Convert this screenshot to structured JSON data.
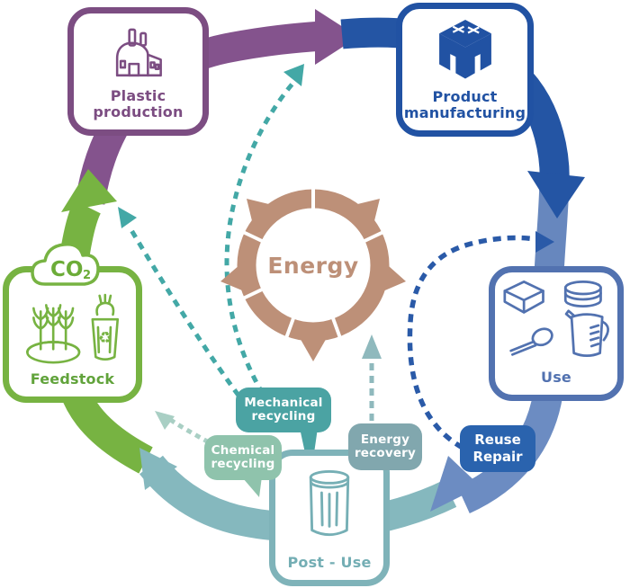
{
  "nodes": {
    "plastic_production": {
      "label": "Plastic production",
      "color": "#7C4D82"
    },
    "product_manufacturing": {
      "label": "Product manufacturing",
      "color": "#2152A3"
    },
    "use": {
      "label": "Use",
      "color": "#5272B0"
    },
    "post_use": {
      "label": "Post - Use",
      "color": "#74AEB4"
    },
    "feedstock": {
      "label": "Feedstock",
      "color": "#61A33B",
      "co2_main": "CO",
      "co2_sub": "2"
    },
    "energy": {
      "label": "Energy",
      "color": "#BD9078"
    }
  },
  "badges": {
    "reuse_repair": {
      "label": "Reuse Repair",
      "color": "#2A63AE"
    }
  },
  "bubbles": {
    "mechanical_recycling": {
      "label": "Mechanical recycling",
      "color": "#4BA3A3"
    },
    "chemical_recycling": {
      "label": "Chemical recycling",
      "color": "#8FC3AC"
    },
    "energy_recovery": {
      "label": "Energy recovery",
      "color": "#81A7AE"
    }
  },
  "colors": {
    "arc_feedstock_to_plastic": "#77B342",
    "arc_plastic_to_product": "#84538D",
    "arc_product_to_use": "#2455A4",
    "arc_use_connector": "#6787BE",
    "arc_use_to_postuse": "#6C8CC2",
    "arc_postuse_to_feedstock": "#85B8BE",
    "dashed_recycling": "#43A8A6",
    "dashed_chemical_light": "#A9CFC4",
    "dashed_energy": "#8FB9BD",
    "dashed_reuse_loop": "#2A5AA8",
    "energy_ring": "#BD9078"
  }
}
